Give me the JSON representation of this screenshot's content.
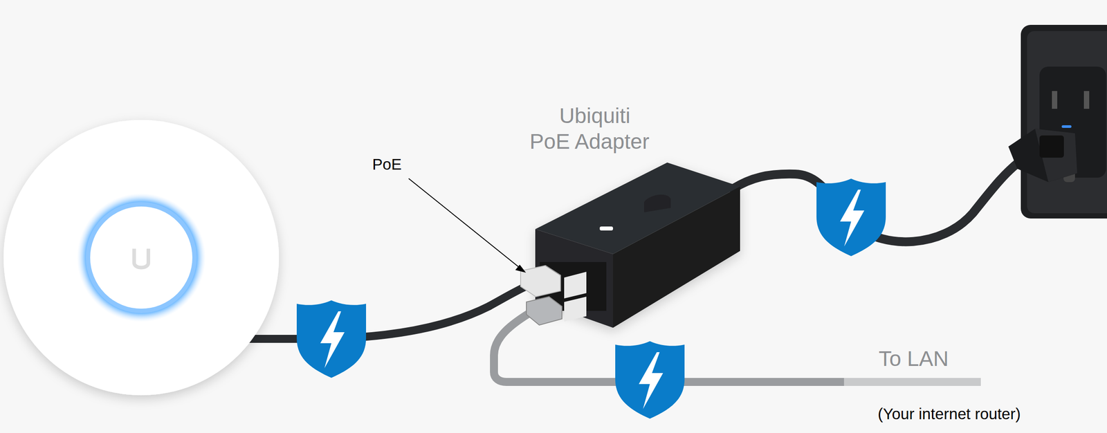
{
  "diagram": {
    "nodes": [
      {
        "text": [
          "Ubiquiti PoE Adapter"
        ]
      }
    ],
    "labels": [
      "PoE",
      "To LAN",
      "(Your internet router)"
    ]
  }
}
